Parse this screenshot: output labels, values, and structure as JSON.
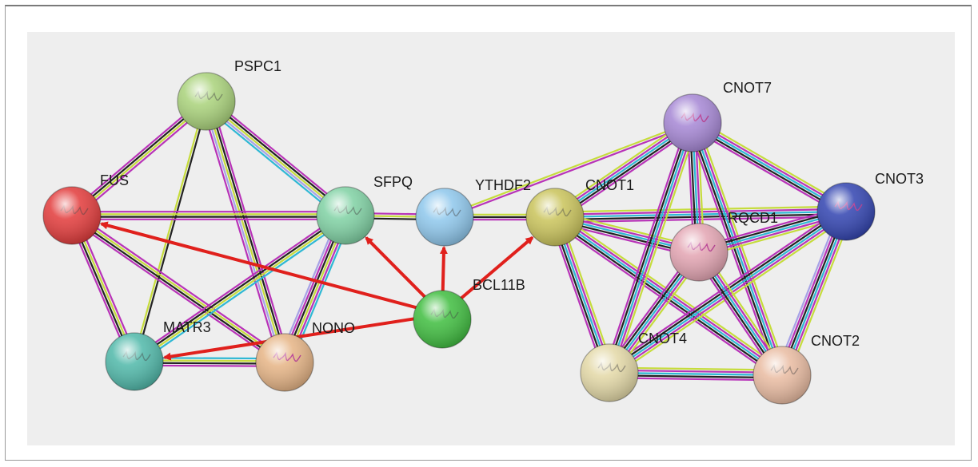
{
  "colors": {
    "background": "#eeeeee",
    "arrow": "#e0201c",
    "edge_text_mining": "#c6dc3c",
    "edge_experimental": "#b833b8",
    "edge_database": "#2fb8d4",
    "edge_coexpression": "#222222",
    "edge_homology": "#a7a2e6"
  },
  "nodes": [
    {
      "id": "PSPC1",
      "label": "PSPC1",
      "color": "#a9d27a",
      "icon": "protein-structure-icon"
    },
    {
      "id": "FUS",
      "label": "FUS",
      "color": "#e23a3a",
      "icon": "protein-structure-icon"
    },
    {
      "id": "SFPQ",
      "label": "SFPQ",
      "color": "#7fd1a3",
      "icon": "protein-structure-icon"
    },
    {
      "id": "YTHDF2",
      "label": "YTHDF2",
      "color": "#8ec7ec",
      "icon": "protein-structure-icon"
    },
    {
      "id": "CNOT1",
      "label": "CNOT1",
      "color": "#c9c35a",
      "icon": "protein-structure-icon"
    },
    {
      "id": "CNOT7",
      "label": "CNOT7",
      "color": "#a586d4",
      "icon": "protein-structure-icon"
    },
    {
      "id": "CNOT3",
      "label": "CNOT3",
      "color": "#3143b0",
      "icon": "protein-structure-icon"
    },
    {
      "id": "RQCD1",
      "label": "RQCD1",
      "color": "#e3a4b2",
      "icon": "protein-structure-icon"
    },
    {
      "id": "BCL11B",
      "label": "BCL11B",
      "color": "#3fbd3f",
      "icon": "protein-structure-icon"
    },
    {
      "id": "MATR3",
      "label": "MATR3",
      "color": "#4fb8a9",
      "icon": "protein-structure-icon"
    },
    {
      "id": "NONO",
      "label": "NONO",
      "color": "#e6b485",
      "icon": "protein-structure-icon"
    },
    {
      "id": "CNOT4",
      "label": "CNOT4",
      "color": "#e3d8a6",
      "icon": "protein-structure-icon"
    },
    {
      "id": "CNOT2",
      "label": "CNOT2",
      "color": "#e9bba1",
      "icon": "protein-structure-icon"
    }
  ],
  "edges": [
    {
      "from": "PSPC1",
      "to": "FUS",
      "types": [
        "experimental",
        "text_mining",
        "coexpression",
        "experimental"
      ]
    },
    {
      "from": "PSPC1",
      "to": "SFPQ",
      "types": [
        "experimental",
        "coexpression",
        "text_mining",
        "homology",
        "database"
      ]
    },
    {
      "from": "PSPC1",
      "to": "MATR3",
      "types": [
        "coexpression",
        "text_mining"
      ]
    },
    {
      "from": "PSPC1",
      "to": "NONO",
      "types": [
        "experimental",
        "coexpression",
        "text_mining",
        "homology",
        "experimental"
      ]
    },
    {
      "from": "FUS",
      "to": "SFPQ",
      "types": [
        "experimental",
        "text_mining",
        "coexpression",
        "experimental"
      ]
    },
    {
      "from": "FUS",
      "to": "MATR3",
      "types": [
        "experimental",
        "text_mining",
        "coexpression",
        "experimental"
      ]
    },
    {
      "from": "FUS",
      "to": "NONO",
      "types": [
        "experimental",
        "text_mining",
        "coexpression",
        "experimental"
      ]
    },
    {
      "from": "SFPQ",
      "to": "MATR3",
      "types": [
        "database",
        "text_mining",
        "coexpression",
        "experimental"
      ]
    },
    {
      "from": "SFPQ",
      "to": "NONO",
      "types": [
        "database",
        "experimental",
        "text_mining",
        "coexpression",
        "experimental",
        "homology"
      ]
    },
    {
      "from": "SFPQ",
      "to": "YTHDF2",
      "types": [
        "experimental",
        "text_mining",
        "coexpression"
      ]
    },
    {
      "from": "MATR3",
      "to": "NONO",
      "types": [
        "database",
        "text_mining",
        "coexpression",
        "experimental"
      ]
    },
    {
      "from": "YTHDF2",
      "to": "CNOT1",
      "types": [
        "text_mining",
        "coexpression",
        "experimental"
      ]
    },
    {
      "from": "YTHDF2",
      "to": "CNOT7",
      "types": [
        "text_mining",
        "experimental"
      ]
    },
    {
      "from": "CNOT1",
      "to": "CNOT7",
      "types": [
        "text_mining",
        "experimental",
        "database",
        "coexpression",
        "experimental"
      ]
    },
    {
      "from": "CNOT1",
      "to": "CNOT3",
      "types": [
        "text_mining",
        "experimental",
        "database",
        "coexpression",
        "experimental"
      ]
    },
    {
      "from": "CNOT1",
      "to": "RQCD1",
      "types": [
        "text_mining",
        "experimental",
        "database",
        "coexpression",
        "experimental"
      ]
    },
    {
      "from": "CNOT1",
      "to": "CNOT4",
      "types": [
        "text_mining",
        "experimental",
        "database",
        "coexpression",
        "experimental"
      ]
    },
    {
      "from": "CNOT1",
      "to": "CNOT2",
      "types": [
        "text_mining",
        "experimental",
        "database",
        "coexpression",
        "experimental"
      ]
    },
    {
      "from": "CNOT7",
      "to": "CNOT3",
      "types": [
        "text_mining",
        "experimental",
        "database",
        "coexpression",
        "experimental"
      ]
    },
    {
      "from": "CNOT7",
      "to": "RQCD1",
      "types": [
        "text_mining",
        "experimental",
        "database",
        "coexpression",
        "experimental"
      ]
    },
    {
      "from": "CNOT7",
      "to": "CNOT4",
      "types": [
        "text_mining",
        "experimental",
        "database",
        "coexpression",
        "experimental"
      ]
    },
    {
      "from": "CNOT7",
      "to": "CNOT2",
      "types": [
        "text_mining",
        "experimental",
        "database",
        "coexpression",
        "experimental"
      ]
    },
    {
      "from": "CNOT3",
      "to": "RQCD1",
      "types": [
        "text_mining",
        "experimental",
        "database",
        "coexpression",
        "experimental"
      ]
    },
    {
      "from": "CNOT3",
      "to": "CNOT4",
      "types": [
        "text_mining",
        "experimental",
        "database",
        "coexpression",
        "experimental"
      ]
    },
    {
      "from": "CNOT3",
      "to": "CNOT2",
      "types": [
        "text_mining",
        "experimental",
        "database",
        "coexpression",
        "experimental",
        "homology"
      ]
    },
    {
      "from": "RQCD1",
      "to": "CNOT4",
      "types": [
        "text_mining",
        "experimental",
        "database",
        "coexpression",
        "experimental"
      ]
    },
    {
      "from": "RQCD1",
      "to": "CNOT2",
      "types": [
        "text_mining",
        "experimental",
        "database",
        "coexpression",
        "experimental"
      ]
    },
    {
      "from": "CNOT4",
      "to": "CNOT2",
      "types": [
        "text_mining",
        "experimental",
        "database",
        "coexpression",
        "experimental"
      ]
    }
  ],
  "arrows": [
    {
      "from": "BCL11B",
      "to": "FUS"
    },
    {
      "from": "BCL11B",
      "to": "SFPQ"
    },
    {
      "from": "BCL11B",
      "to": "YTHDF2"
    },
    {
      "from": "BCL11B",
      "to": "CNOT1"
    },
    {
      "from": "BCL11B",
      "to": "MATR3"
    }
  ]
}
